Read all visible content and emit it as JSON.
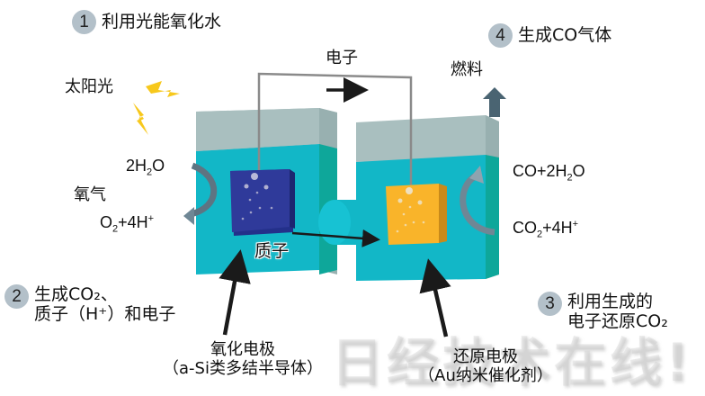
{
  "steps": [
    {
      "number": "1",
      "text": "利用光能氧化水"
    },
    {
      "number": "2",
      "line1": "生成CO₂、",
      "line2": "质子（H⁺）和电子"
    },
    {
      "number": "3",
      "line1": "利用生成的",
      "line2": "电子还原CO₂"
    },
    {
      "number": "4",
      "text": "生成CO气体"
    }
  ],
  "labels": {
    "sunlight": "太阳光",
    "electron": "电子",
    "fuel": "燃料",
    "oxygen": "氧气",
    "proton": "质子"
  },
  "anode_reaction": {
    "input": {
      "coef": "2",
      "species": "H",
      "sub": "2",
      "tail": "O"
    },
    "output": {
      "species": "O",
      "sub": "2",
      "plus": "+",
      "coef": "4",
      "ion": "H",
      "sup": "+"
    }
  },
  "cathode_reaction": {
    "output": {
      "lead": "CO",
      "plus": "+",
      "coef": "2",
      "species": "H",
      "sub": "2",
      "tail": "O"
    },
    "input": {
      "species": "CO",
      "sub": "2",
      "plus": "+",
      "coef": "4",
      "ion": "H",
      "sup": "+"
    }
  },
  "electrodes": {
    "oxidation": {
      "title": "氧化电极",
      "detail": "（a-Si类多结半导体）"
    },
    "reduction": {
      "title": "还原电极",
      "detail": "（Au纳米催化剂）"
    }
  },
  "watermark": "日经技术在线!",
  "colors": {
    "water": "#12b7c7",
    "water_side": "#0ea79a",
    "glass": "#a9bfbf",
    "anode": "#2f3a9a",
    "cathode": "#f9b42a",
    "badge": "#b3c0c9",
    "fuel_arrow": "#4a6472",
    "sun": "#f7c81c"
  }
}
